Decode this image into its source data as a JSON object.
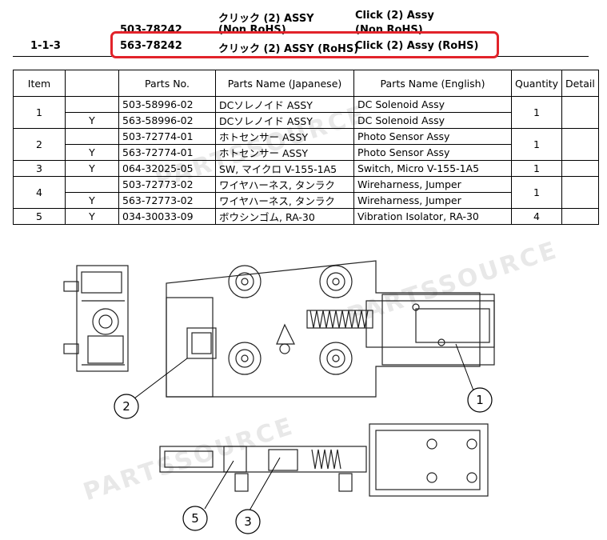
{
  "header": {
    "item_number": "1-1-3",
    "old_part": "503-78242",
    "old_name_jp": "クリック (2) ASSY",
    "old_name_jp_note": "(Non RoHS)",
    "old_name_en": "Click (2) Assy",
    "old_name_en_note": "(Non RoHS)",
    "new_part": "563-78242",
    "new_name_jp": "クリック (2) ASSY (RoHS)",
    "new_name_en": "Click (2) Assy (RoHS)"
  },
  "table": {
    "columns": [
      "Item",
      "",
      "Parts No.",
      "Parts Name (Japanese)",
      "Parts Name (English)",
      "Quantity",
      "Detail"
    ],
    "rows": [
      {
        "item": "1",
        "rohs": "",
        "part": "503-58996-02",
        "jp": "DCソレノイド ASSY",
        "en": "DC Solenoid Assy",
        "qty": "1"
      },
      {
        "item": "",
        "rohs": "Y",
        "part": "563-58996-02",
        "jp": "DCソレノイド ASSY",
        "en": "DC Solenoid Assy",
        "qty": ""
      },
      {
        "item": "2",
        "rohs": "",
        "part": "503-72774-01",
        "jp": "ホトセンサー ASSY",
        "en": "Photo Sensor Assy",
        "qty": "1"
      },
      {
        "item": "",
        "rohs": "Y",
        "part": "563-72774-01",
        "jp": "ホトセンサー ASSY",
        "en": "Photo Sensor Assy",
        "qty": ""
      },
      {
        "item": "3",
        "rohs": "Y",
        "part": "064-32025-05",
        "jp": "SW, マイクロ V-155-1A5",
        "en": "Switch, Micro V-155-1A5",
        "qty": "1"
      },
      {
        "item": "4",
        "rohs": "",
        "part": "503-72773-02",
        "jp": "ワイヤハーネス, タンラク",
        "en": "Wireharness, Jumper",
        "qty": "1"
      },
      {
        "item": "",
        "rohs": "Y",
        "part": "563-72773-02",
        "jp": "ワイヤハーネス, タンラク",
        "en": "Wireharness, Jumper",
        "qty": ""
      },
      {
        "item": "5",
        "rohs": "Y",
        "part": "034-30033-09",
        "jp": "ボウシンゴム, RA-30",
        "en": "Vibration Isolator, RA-30",
        "qty": "4"
      }
    ]
  },
  "callouts": [
    "1",
    "2",
    "3",
    "5"
  ],
  "watermark": "PARTSSOURCE",
  "colors": {
    "highlight": "#e2232a"
  }
}
